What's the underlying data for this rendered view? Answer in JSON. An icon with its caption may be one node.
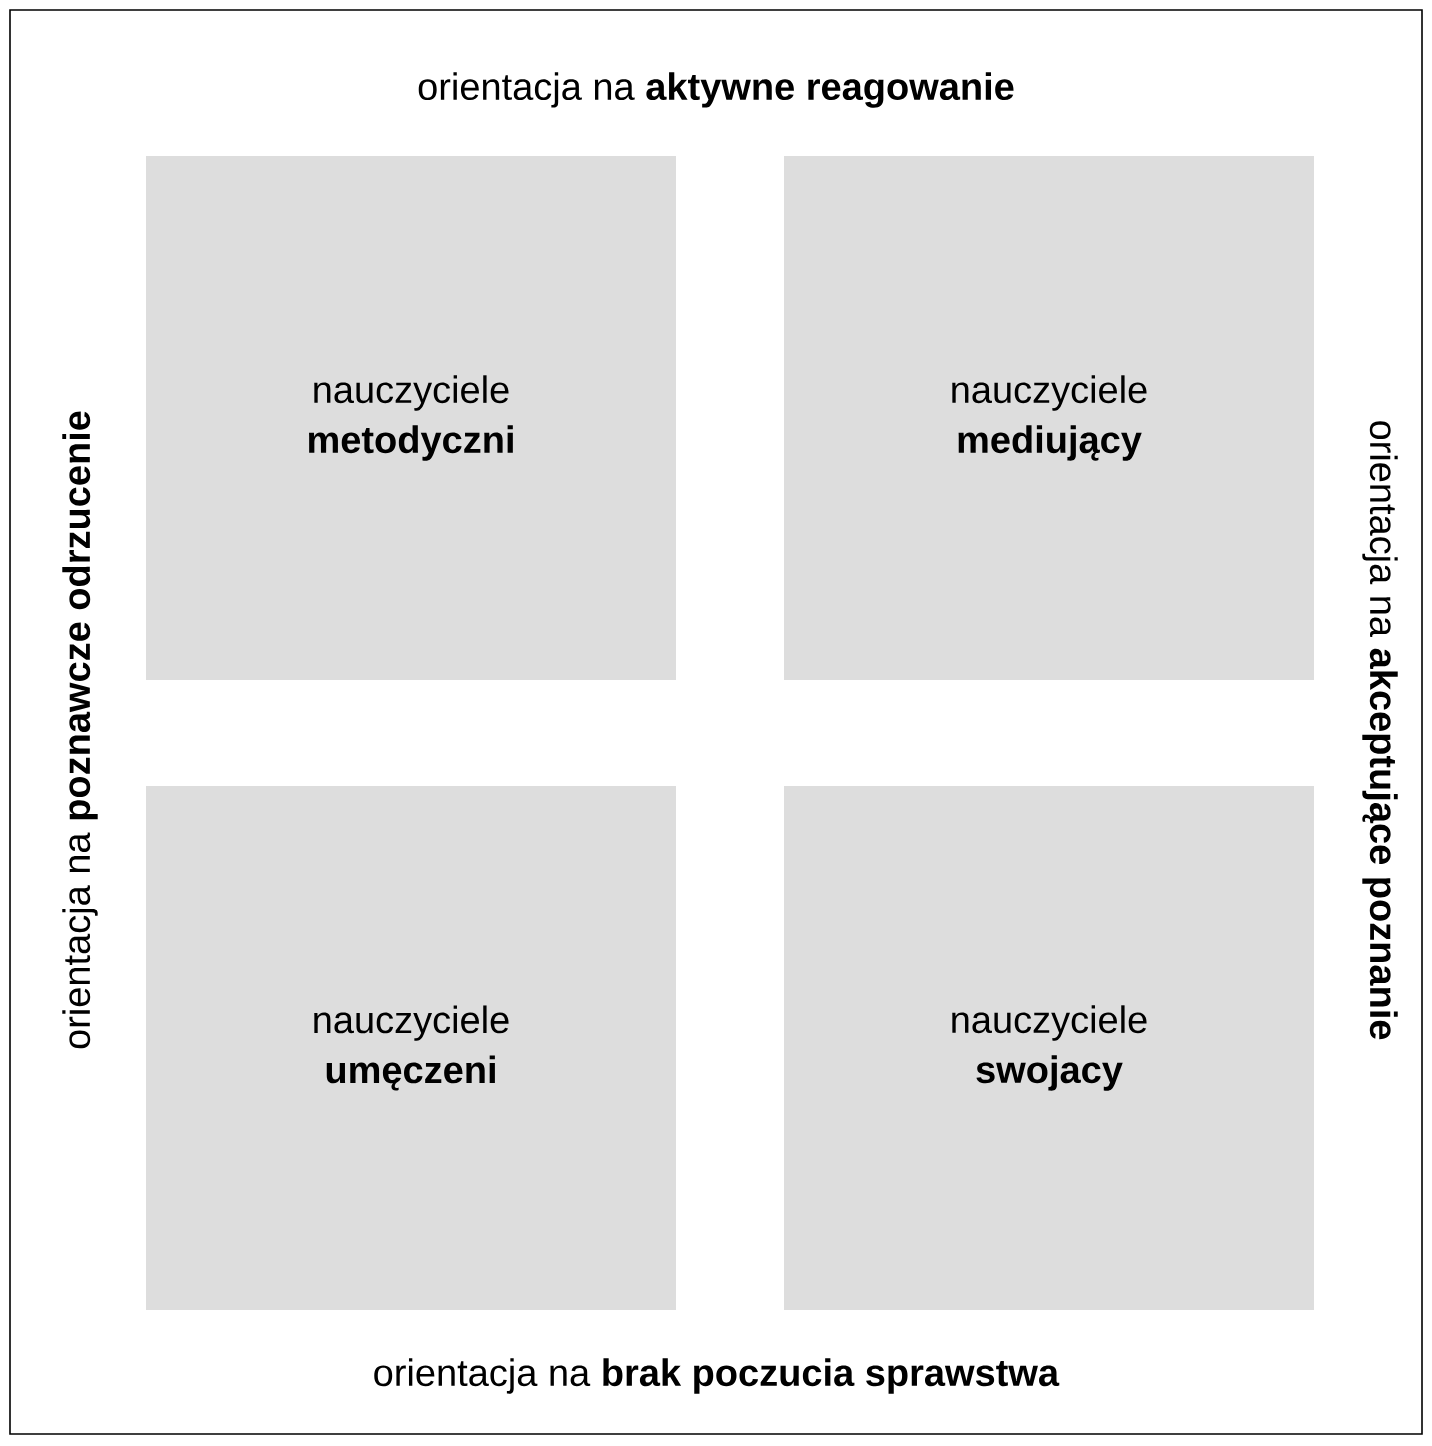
{
  "diagram": {
    "nodes": [
      {
        "text": [
          "nauczyciele",
          "metodyczni"
        ]
      },
      {
        "text": [
          "nauczyciele",
          "mediujący"
        ]
      },
      {
        "text": [
          "nauczyciele",
          "umęczeni"
        ]
      },
      {
        "text": [
          "nauczyciele",
          "swojacy"
        ]
      }
    ],
    "labels": [
      "orientacja na **aktywne reagowanie**",
      "orientacja na **poznawcze odrzucenie**",
      "orientacja na **akceptujące poznanie**",
      "orientacja na **brak poczucia sprawstwa**"
    ]
  }
}
